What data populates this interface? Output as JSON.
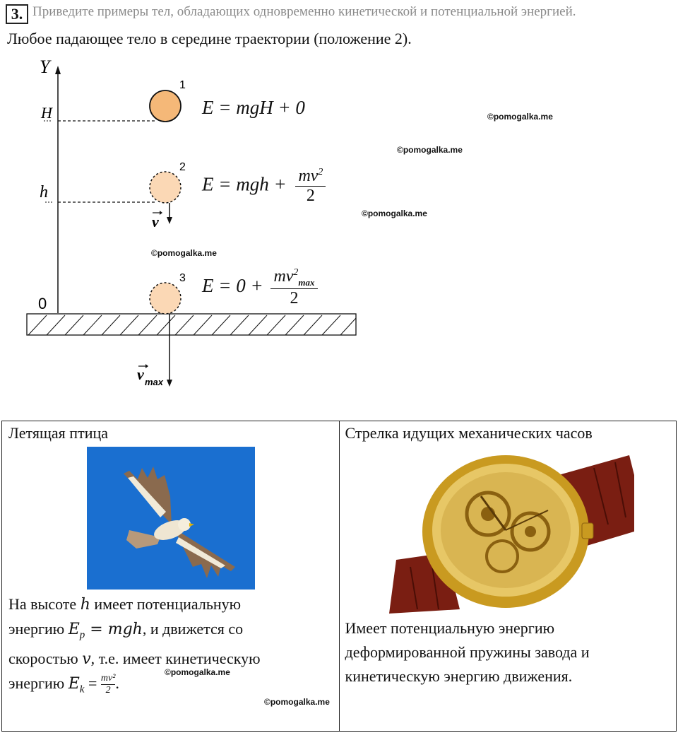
{
  "task": {
    "number": "3.",
    "question": "Приведите примеры тел, обладающих одновременно кинетической и потенциальной энергией.",
    "answer": "Любое падающее тело в середине траектории (положение 2)."
  },
  "diagram": {
    "axis_y": "Y",
    "label_H": "H",
    "label_h": "h",
    "label_zero": "0",
    "pos1": "1",
    "pos2": "2",
    "pos3": "3",
    "v": "v",
    "vmax": "v",
    "vmax_sub": "max",
    "formula1": "E = mgH + 0",
    "formula2_left": "E = mgh +",
    "formula2_num": "mv",
    "formula2_den": "2",
    "formula3_left": "E = 0 +",
    "formula3_num": "mv",
    "formula3_sub": "max",
    "formula3_den": "2",
    "sup2": "2"
  },
  "watermark": "©pomogalka.me",
  "examples": {
    "left": {
      "title": "Летящая птица",
      "line1_a": "На высоте ",
      "line1_var": "h",
      "line1_b": " имеет потенциальную",
      "line2_a": "энергию ",
      "line2_eq": "E",
      "line2_sub": "p",
      "line2_b": " = mgh",
      "line2_c": ", и движется со",
      "line3_a": "скоростью ",
      "line3_var": "v",
      "line3_b": ", т.е. имеет кинетическую",
      "line4_a": "энергию ",
      "line4_eq": "E",
      "line4_sub": "k",
      "line4_b": " = ",
      "line4_num": "mv²",
      "line4_den": "2",
      "line4_c": "."
    },
    "right": {
      "title": "Стрелка идущих механических часов",
      "text1": "Имеет потенциальную энергию",
      "text2": "деформированной пружины завода и",
      "text3": "кинетическую энергию движения."
    }
  },
  "colors": {
    "ball_solid": "#f5b878",
    "ball_dashed": "#fbd8b5",
    "sky": "#1a6fd0"
  }
}
